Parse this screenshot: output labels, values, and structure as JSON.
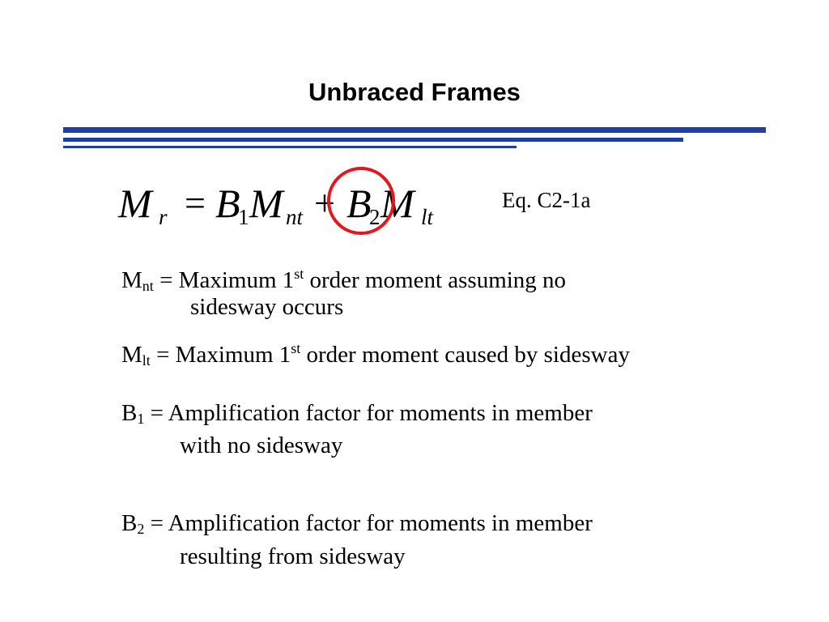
{
  "slide": {
    "title": "Unbraced Frames",
    "accent_color": "#1f3fa8",
    "highlight_color": "#e5161c"
  },
  "equation": {
    "Mr_base": "M",
    "Mr_sub": "r",
    "equals": "=",
    "B1_base": "B",
    "B1_sub": "1",
    "Mnt_base": "M",
    "Mnt_sub": "nt",
    "plus": "+",
    "B2_base": "B",
    "B2_sub": "2",
    "Mlt_base": "M",
    "Mlt_sub": "lt",
    "reference": "Eq. C2-1a"
  },
  "definitions": {
    "mnt": {
      "symbol": "M",
      "symbol_sub": "nt",
      "pre": " = Maximum 1",
      "sup": "st",
      "post": " order moment assuming no",
      "continuation": "sidesway occurs"
    },
    "mlt": {
      "symbol": "M",
      "symbol_sub": "lt",
      "pre": " = Maximum 1",
      "sup": "st",
      "post": " order moment caused by sidesway"
    },
    "b1": {
      "symbol": "B",
      "symbol_sub": "1",
      "text": " = Amplification factor for moments in member",
      "continuation": "with no sidesway"
    },
    "b2": {
      "symbol": "B",
      "symbol_sub": "2",
      "text": " = Amplification factor for moments in member",
      "continuation": "resulting from sidesway"
    }
  }
}
